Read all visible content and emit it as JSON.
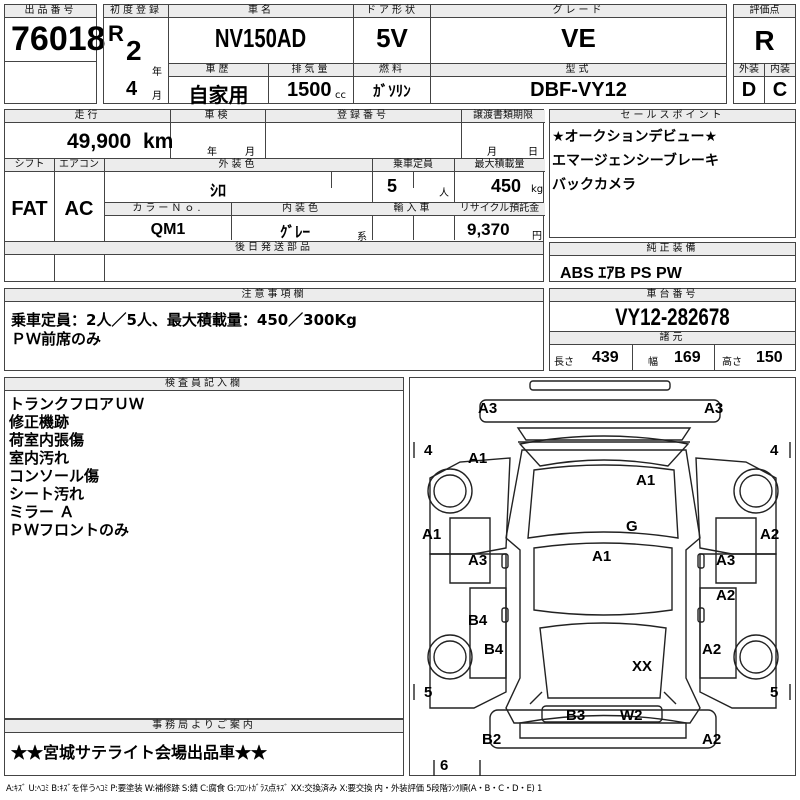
{
  "header": {
    "lot_label": "出品番号",
    "lot_no": "76018",
    "first_reg_label": "初度登録",
    "era": "R",
    "year": "2",
    "year_unit": "年",
    "month": "4",
    "month_unit": "月",
    "model_label": "車名",
    "model": "NV150AD",
    "door_label": "ドア形状",
    "door": "5V",
    "grade_label": "グレード",
    "grade": "VE",
    "score_label": "評価点",
    "score": "R",
    "history_label": "車歴",
    "history": "自家用",
    "cc_label": "排気量",
    "cc": "1500",
    "cc_unit": "cc",
    "fuel_label": "燃料",
    "fuel": "ｶﾞｿﾘﾝ",
    "type_label": "型式",
    "type": "DBF-VY12",
    "ext_label": "外装",
    "ext": "D",
    "int_label": "内装",
    "int": "C"
  },
  "row2": {
    "mileage_label": "走行",
    "mileage": "49,900",
    "mileage_unit": "km",
    "inspection_label": "車検",
    "inspection_year": "年",
    "inspection_month": "月",
    "regno_label": "登録番号",
    "transfer_label": "譲渡書類期限",
    "transfer_month": "月",
    "transfer_day": "日",
    "shift_label": "シフト",
    "shift": "FAT",
    "ac_label": "エアコン",
    "ac": "AC",
    "color_label": "外装色",
    "color": "ｼﾛ",
    "capacity_label": "乗車定員",
    "capacity": "5",
    "capacity_unit": "人",
    "load_label": "最大積載量",
    "load": "450",
    "load_unit": "kg",
    "colorno_label": "カラーＮｏ.",
    "colorno": "QM1",
    "interior_label": "内装色",
    "interior": "ｸﾞﾚｰ",
    "interior_unit": "系",
    "import_label": "輸入車",
    "recycle_label": "リサイクル預託金",
    "recycle": "9,370",
    "recycle_unit": "円",
    "later_label": "後日発送部品"
  },
  "sales": {
    "label": "セールスポイント",
    "items": [
      "★オークションデビュー★",
      "エマージェンシーブレーキ",
      "バックカメラ"
    ]
  },
  "equipment": {
    "label": "純正装備",
    "value": "ABS ｴｱB PS PW"
  },
  "caution": {
    "label": "注意事項欄",
    "lines": [
      "乗車定員：2人／5人、最大積載量：450／300Kg",
      "ＰＷ前席のみ"
    ]
  },
  "chassis": {
    "label": "車台番号",
    "value": "VY12-282678"
  },
  "spec": {
    "label": "諸元",
    "length_label": "長さ",
    "length": "439",
    "width_label": "幅",
    "width": "169",
    "height_label": "高さ",
    "height": "150"
  },
  "inspector": {
    "label": "検査員記入欄",
    "lines": [
      "トランクフロアＵＷ",
      "修正機跡",
      "荷室内張傷",
      "室内汚れ",
      "コンソール傷",
      "シート汚れ",
      "ミラー Ａ",
      "ＰＷフロントのみ"
    ]
  },
  "office": {
    "label": "事務局よりご案内",
    "value": "★★宮城サテライト会場出品車★★"
  },
  "diagram": {
    "marks": {
      "a3_tl": "A3",
      "a3_tr": "A3",
      "n4_l": "4",
      "n4_r": "4",
      "a1_fl": "A1",
      "a1_hood": "A1",
      "g": "G",
      "a1_l": "A1",
      "a2_r": "A2",
      "a3_ld": "A3",
      "a1_roof": "A1",
      "a3_rd": "A3",
      "a2_rd": "A2",
      "b4_l": "B4",
      "b4_lr": "B4",
      "a2_rr": "A2",
      "xx": "XX",
      "n5_l": "5",
      "n5_r": "5",
      "b3": "B3",
      "w2": "W2",
      "b2": "B2",
      "a2_b": "A2",
      "n6": "6"
    }
  },
  "legend": "A:ｷｽﾞ U:ﾍｺﾐ B:ｷｽﾞを伴うﾍｺﾐ P:要塗装 W:補修跡 S:錆 C:腐食 G:ﾌﾛﾝﾄｶﾞﾗｽ点ｷｽﾞ XX:交換済み X:要交換 内・外装評価 5段階ﾗﾝｸ順(A・B・C・D・E) 1"
}
